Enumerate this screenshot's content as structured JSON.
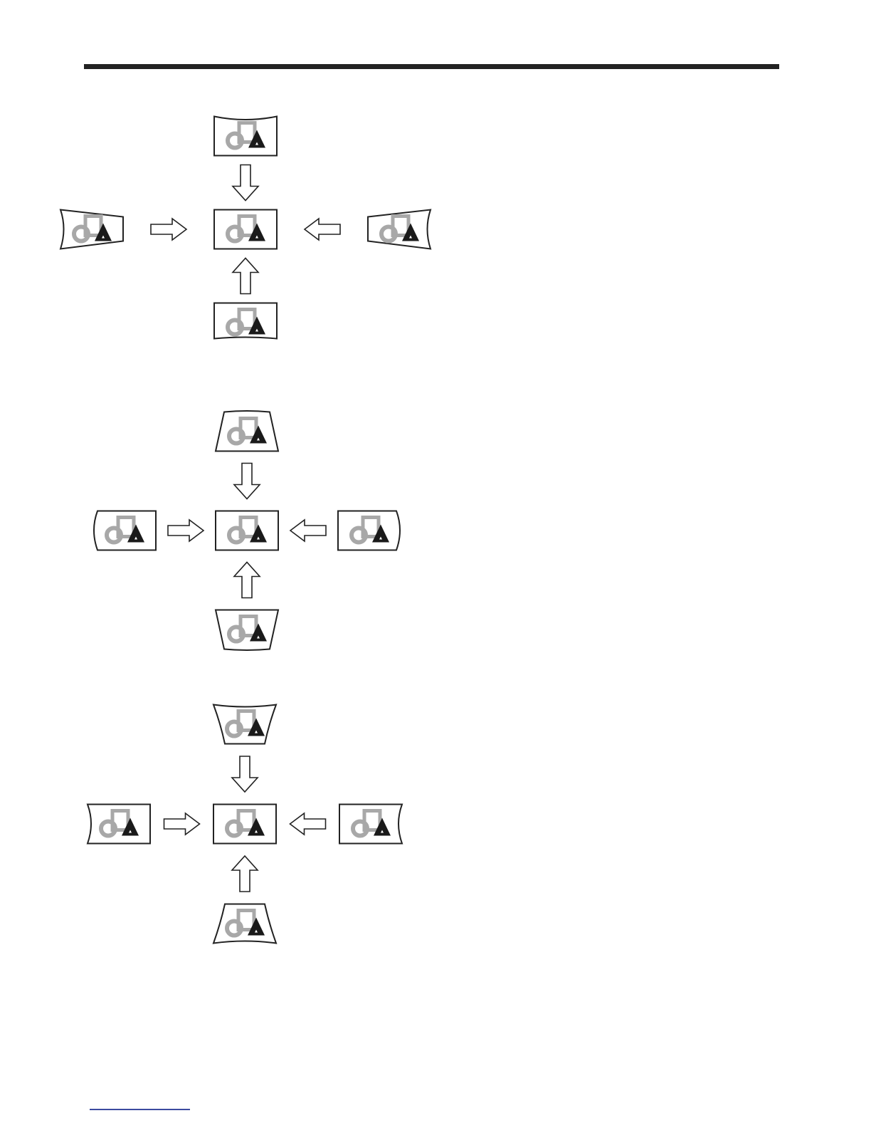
{
  "colors": {
    "header_rule": "#222222",
    "frame_stroke": "#222222",
    "ring_gray": "#a8a8a8",
    "triangle": "#1a1a1a",
    "footer_link": "#3b4aa0"
  },
  "diagrams": [
    {
      "name": "bow-correction-diagram",
      "distortions": {
        "top": "top-concave",
        "left": "left-bow",
        "right": "right-bow",
        "bottom": "bottom-convex"
      }
    },
    {
      "name": "keystone-correction-diagram",
      "distortions": {
        "top": "keystone-top",
        "left": "barrel-left",
        "right": "barrel-right",
        "bottom": "keystone-bottom"
      }
    },
    {
      "name": "pincushion-correction-diagram",
      "distortions": {
        "top": "pincushion-top",
        "left": "pincushion-left",
        "right": "pincushion-right",
        "bottom": "pincushion-bottom"
      }
    }
  ],
  "icons": [
    "screen-frame-icon",
    "arrow-right-icon",
    "arrow-left-icon",
    "arrow-down-icon",
    "arrow-up-icon",
    "test-pattern-icon"
  ]
}
